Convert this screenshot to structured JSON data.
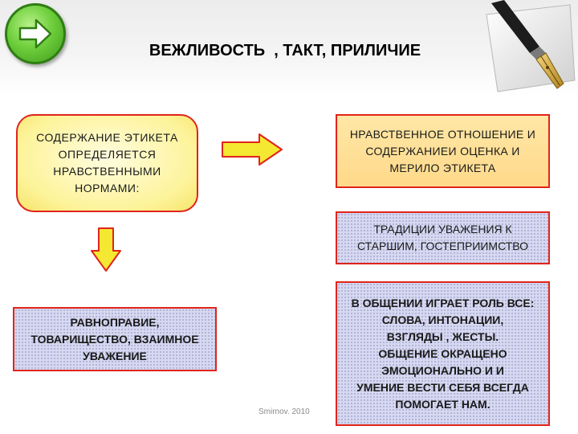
{
  "slide": {
    "title": "ВЕЖЛИВОСТЬ  , ТАКТ, ПРИЛИЧИЕ",
    "watermark": "Smirnov. 2010"
  },
  "boxes": {
    "etiquette_content": "СОДЕРЖАНИЕ ЭТИКЕТА\nОПРЕДЕЛЯЕТСЯ\nНРАВСТВЕННЫМИ\nНОРМАМИ:",
    "moral_attitude": "НРАВСТВЕННОЕ ОТНОШЕНИЕ И\nСОДЕРЖАНИЕИ ОЦЕНКА И\nМЕРИЛО ЭТИКЕТА",
    "traditions": "ТРАДИЦИИ УВАЖЕНИЯ К\nСТАРШИМ, ГОСТЕПРИИМСТВО",
    "equality": "РАВНОПРАВИЕ,\nТОВАРИЩЕСТВО,  ВЗАИМНОЕ\nУВАЖЕНИЕ",
    "communication": "В ОБЩЕНИИ ИГРАЕТ РОЛЬ ВСЕ:\nСЛОВА, ИНТОНАЦИИ,\nВЗГЛЯДЫ , ЖЕСТЫ.\nОБЩЕНИЕ  ОКРАЩЕНО\nЭМОЦИОНАЛЬНО  И   И\nУМЕНИЕ ВЕСТИ СЕБЯ  ВСЕГДА\nПОМОГАЕТ НАМ."
  },
  "icons": {
    "nav": "arrow-right-icon",
    "decor": "fountain-pen-icon"
  },
  "colors": {
    "border": "#e0241b",
    "arrow_fill": "#f5e832",
    "nav_green": "#6fcf3c"
  }
}
